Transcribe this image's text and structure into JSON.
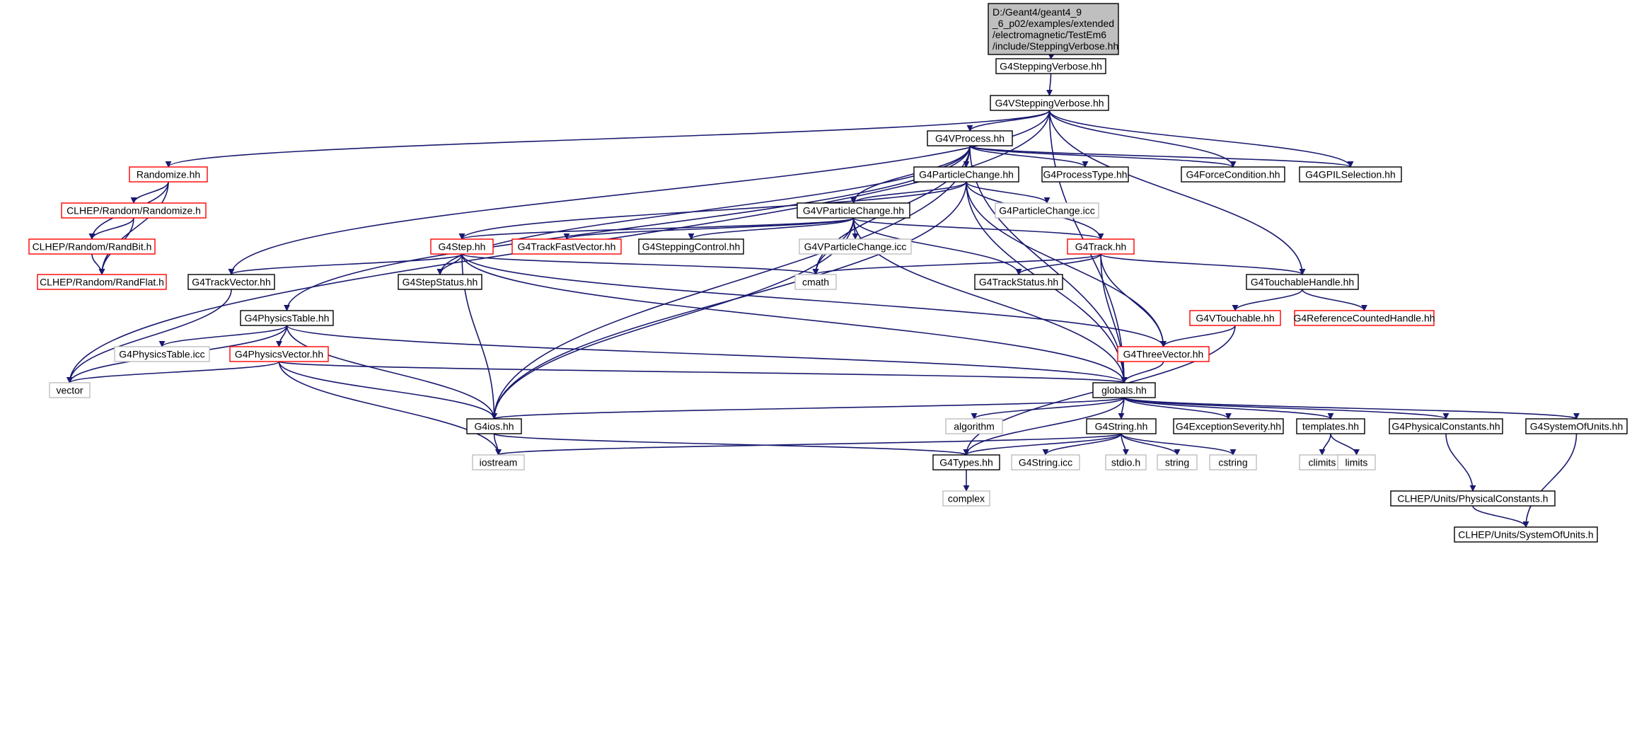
{
  "colors": {
    "edge": "#191970",
    "border_black": "#000000",
    "border_red": "#ff0000",
    "border_gray": "#bfbfbf",
    "root_fill": "#bfbfbf",
    "text": "#000000"
  },
  "diagram": {
    "nodes": [
      {
        "id": "root",
        "lines": [
          "D:/Geant4/geant4_9",
          "_6_p02/examples/extended",
          "/electromagnetic/TestEm6",
          "/include/SteppingVerbose.hh"
        ],
        "style": "root"
      },
      {
        "id": "G4SteppingVerbose",
        "lines": [
          "G4SteppingVerbose.hh"
        ],
        "style": "black"
      },
      {
        "id": "G4VSteppingVerbose",
        "lines": [
          "G4VSteppingVerbose.hh"
        ],
        "style": "black"
      },
      {
        "id": "G4VProcess",
        "lines": [
          "G4VProcess.hh"
        ],
        "style": "black"
      },
      {
        "id": "Randomize",
        "lines": [
          "Randomize.hh"
        ],
        "style": "red"
      },
      {
        "id": "G4ParticleChange",
        "lines": [
          "G4ParticleChange.hh"
        ],
        "style": "black"
      },
      {
        "id": "G4ProcessType",
        "lines": [
          "G4ProcessType.hh"
        ],
        "style": "black"
      },
      {
        "id": "G4ForceCondition",
        "lines": [
          "G4ForceCondition.hh"
        ],
        "style": "black"
      },
      {
        "id": "G4GPILSelection",
        "lines": [
          "G4GPILSelection.hh"
        ],
        "style": "black"
      },
      {
        "id": "CLHEPRandomize",
        "lines": [
          "CLHEP/Random/Randomize.h"
        ],
        "style": "red"
      },
      {
        "id": "G4VParticleChange",
        "lines": [
          "G4VParticleChange.hh"
        ],
        "style": "black"
      },
      {
        "id": "G4ParticleChangeIcc",
        "lines": [
          "G4ParticleChange.icc"
        ],
        "style": "gray"
      },
      {
        "id": "RandBit",
        "lines": [
          "CLHEP/Random/RandBit.h"
        ],
        "style": "red"
      },
      {
        "id": "G4Step",
        "lines": [
          "G4Step.hh"
        ],
        "style": "red"
      },
      {
        "id": "G4TrackFastVector",
        "lines": [
          "G4TrackFastVector.hh"
        ],
        "style": "red"
      },
      {
        "id": "G4SteppingControl",
        "lines": [
          "G4SteppingControl.hh"
        ],
        "style": "black"
      },
      {
        "id": "G4VParticleChangeIcc",
        "lines": [
          "G4VParticleChange.icc"
        ],
        "style": "gray"
      },
      {
        "id": "G4Track",
        "lines": [
          "G4Track.hh"
        ],
        "style": "red"
      },
      {
        "id": "RandFlat",
        "lines": [
          "CLHEP/Random/RandFlat.h"
        ],
        "style": "red"
      },
      {
        "id": "G4TrackVector",
        "lines": [
          "G4TrackVector.hh"
        ],
        "style": "black"
      },
      {
        "id": "G4StepStatus",
        "lines": [
          "G4StepStatus.hh"
        ],
        "style": "black"
      },
      {
        "id": "cmath",
        "lines": [
          "cmath"
        ],
        "style": "gray"
      },
      {
        "id": "G4TrackStatus",
        "lines": [
          "G4TrackStatus.hh"
        ],
        "style": "black"
      },
      {
        "id": "G4TouchableHandle",
        "lines": [
          "G4TouchableHandle.hh"
        ],
        "style": "black"
      },
      {
        "id": "G4PhysicsTable",
        "lines": [
          "G4PhysicsTable.hh"
        ],
        "style": "black"
      },
      {
        "id": "G4VTouchable",
        "lines": [
          "G4VTouchable.hh"
        ],
        "style": "red"
      },
      {
        "id": "G4ReferenceCountedHandle",
        "lines": [
          "G4ReferenceCountedHandle.hh"
        ],
        "style": "red"
      },
      {
        "id": "G4PhysicsTableIcc",
        "lines": [
          "G4PhysicsTable.icc"
        ],
        "style": "gray"
      },
      {
        "id": "G4PhysicsVector",
        "lines": [
          "G4PhysicsVector.hh"
        ],
        "style": "red"
      },
      {
        "id": "G4ThreeVector",
        "lines": [
          "G4ThreeVector.hh"
        ],
        "style": "red"
      },
      {
        "id": "vector",
        "lines": [
          "vector"
        ],
        "style": "gray"
      },
      {
        "id": "globals",
        "lines": [
          "globals.hh"
        ],
        "style": "black"
      },
      {
        "id": "G4ios",
        "lines": [
          "G4ios.hh"
        ],
        "style": "black"
      },
      {
        "id": "algorithm",
        "lines": [
          "algorithm"
        ],
        "style": "gray"
      },
      {
        "id": "G4String",
        "lines": [
          "G4String.hh"
        ],
        "style": "black"
      },
      {
        "id": "G4ExceptionSeverity",
        "lines": [
          "G4ExceptionSeverity.hh"
        ],
        "style": "black"
      },
      {
        "id": "templates",
        "lines": [
          "templates.hh"
        ],
        "style": "black"
      },
      {
        "id": "G4PhysicalConstants",
        "lines": [
          "G4PhysicalConstants.hh"
        ],
        "style": "black"
      },
      {
        "id": "G4SystemOfUnits",
        "lines": [
          "G4SystemOfUnits.hh"
        ],
        "style": "black"
      },
      {
        "id": "iostream",
        "lines": [
          "iostream"
        ],
        "style": "gray"
      },
      {
        "id": "G4Types",
        "lines": [
          "G4Types.hh"
        ],
        "style": "black"
      },
      {
        "id": "G4StringIcc",
        "lines": [
          "G4String.icc"
        ],
        "style": "gray"
      },
      {
        "id": "stdio",
        "lines": [
          "stdio.h"
        ],
        "style": "gray"
      },
      {
        "id": "string",
        "lines": [
          "string"
        ],
        "style": "gray"
      },
      {
        "id": "cstring",
        "lines": [
          "cstring"
        ],
        "style": "gray"
      },
      {
        "id": "climits",
        "lines": [
          "climits"
        ],
        "style": "gray"
      },
      {
        "id": "limits",
        "lines": [
          "limits"
        ],
        "style": "gray"
      },
      {
        "id": "CLHEPPhysicalConstants",
        "lines": [
          "CLHEP/Units/PhysicalConstants.h"
        ],
        "style": "black"
      },
      {
        "id": "complex",
        "lines": [
          "complex"
        ],
        "style": "gray"
      },
      {
        "id": "CLHEPSystemOfUnits",
        "lines": [
          "CLHEP/Units/SystemOfUnits.h"
        ],
        "style": "black"
      }
    ],
    "edges": [
      [
        "root",
        "G4SteppingVerbose"
      ],
      [
        "G4SteppingVerbose",
        "G4VSteppingVerbose"
      ],
      [
        "G4VSteppingVerbose",
        "G4VProcess"
      ],
      [
        "G4VSteppingVerbose",
        "vector"
      ],
      [
        "G4VSteppingVerbose",
        "G4TrackVector"
      ],
      [
        "G4VSteppingVerbose",
        "G4ForceCondition"
      ],
      [
        "G4VSteppingVerbose",
        "G4GPILSelection"
      ],
      [
        "G4VSteppingVerbose",
        "G4TouchableHandle"
      ],
      [
        "G4VSteppingVerbose",
        "globals"
      ],
      [
        "G4VSteppingVerbose",
        "Randomize"
      ],
      [
        "G4VProcess",
        "G4ParticleChange"
      ],
      [
        "G4VProcess",
        "G4ProcessType"
      ],
      [
        "G4VProcess",
        "G4ForceCondition"
      ],
      [
        "G4VProcess",
        "G4GPILSelection"
      ],
      [
        "G4VProcess",
        "G4VParticleChange"
      ],
      [
        "G4VProcess",
        "G4PhysicsTable"
      ],
      [
        "G4VProcess",
        "G4StepStatus"
      ],
      [
        "G4VProcess",
        "G4ios"
      ],
      [
        "G4VProcess",
        "cmath"
      ],
      [
        "G4VProcess",
        "globals"
      ],
      [
        "Randomize",
        "CLHEPRandomize"
      ],
      [
        "Randomize",
        "RandBit"
      ],
      [
        "Randomize",
        "RandFlat"
      ],
      [
        "CLHEPRandomize",
        "RandBit"
      ],
      [
        "CLHEPRandomize",
        "RandFlat"
      ],
      [
        "RandBit",
        "RandFlat"
      ],
      [
        "G4ParticleChange",
        "G4VParticleChange"
      ],
      [
        "G4ParticleChange",
        "G4ParticleChangeIcc"
      ],
      [
        "G4ParticleChange",
        "G4Step"
      ],
      [
        "G4ParticleChange",
        "G4Track"
      ],
      [
        "G4ParticleChange",
        "G4ThreeVector"
      ],
      [
        "G4ParticleChange",
        "G4ios"
      ],
      [
        "G4ParticleChange",
        "globals"
      ],
      [
        "G4VParticleChange",
        "G4Step"
      ],
      [
        "G4VParticleChange",
        "G4TrackFastVector"
      ],
      [
        "G4VParticleChange",
        "G4SteppingControl"
      ],
      [
        "G4VParticleChange",
        "G4VParticleChangeIcc"
      ],
      [
        "G4VParticleChange",
        "G4Track"
      ],
      [
        "G4VParticleChange",
        "cmath"
      ],
      [
        "G4VParticleChange",
        "G4TrackStatus"
      ],
      [
        "G4VParticleChange",
        "G4ios"
      ],
      [
        "G4VParticleChange",
        "globals"
      ],
      [
        "G4Step",
        "G4TrackVector"
      ],
      [
        "G4Step",
        "G4StepStatus"
      ],
      [
        "G4Step",
        "cmath"
      ],
      [
        "G4Step",
        "G4ThreeVector"
      ],
      [
        "G4Step",
        "G4ios"
      ],
      [
        "G4Step",
        "globals"
      ],
      [
        "G4Track",
        "cmath"
      ],
      [
        "G4Track",
        "G4TrackStatus"
      ],
      [
        "G4Track",
        "G4TouchableHandle"
      ],
      [
        "G4Track",
        "G4ThreeVector"
      ],
      [
        "G4Track",
        "globals"
      ],
      [
        "G4TrackVector",
        "vector"
      ],
      [
        "G4TouchableHandle",
        "G4VTouchable"
      ],
      [
        "G4TouchableHandle",
        "G4ReferenceCountedHandle"
      ],
      [
        "G4VTouchable",
        "G4ThreeVector"
      ],
      [
        "G4VTouchable",
        "G4Types"
      ],
      [
        "G4PhysicsTable",
        "vector"
      ],
      [
        "G4PhysicsTable",
        "G4PhysicsTableIcc"
      ],
      [
        "G4PhysicsTable",
        "G4PhysicsVector"
      ],
      [
        "G4PhysicsTable",
        "globals"
      ],
      [
        "G4PhysicsTable",
        "G4ios"
      ],
      [
        "G4PhysicsVector",
        "vector"
      ],
      [
        "G4PhysicsVector",
        "globals"
      ],
      [
        "G4PhysicsVector",
        "G4ios"
      ],
      [
        "G4PhysicsVector",
        "iostream"
      ],
      [
        "G4ThreeVector",
        "globals"
      ],
      [
        "globals",
        "G4ios"
      ],
      [
        "globals",
        "algorithm"
      ],
      [
        "globals",
        "G4String"
      ],
      [
        "globals",
        "G4ExceptionSeverity"
      ],
      [
        "globals",
        "templates"
      ],
      [
        "globals",
        "G4PhysicalConstants"
      ],
      [
        "globals",
        "G4SystemOfUnits"
      ],
      [
        "globals",
        "G4Types"
      ],
      [
        "G4ios",
        "iostream"
      ],
      [
        "G4ios",
        "G4Types"
      ],
      [
        "G4String",
        "G4Types"
      ],
      [
        "G4String",
        "iostream"
      ],
      [
        "G4String",
        "G4StringIcc"
      ],
      [
        "G4String",
        "stdio"
      ],
      [
        "G4String",
        "string"
      ],
      [
        "G4String",
        "cstring"
      ],
      [
        "templates",
        "climits"
      ],
      [
        "templates",
        "limits"
      ],
      [
        "G4PhysicalConstants",
        "CLHEPPhysicalConstants"
      ],
      [
        "G4SystemOfUnits",
        "CLHEPSystemOfUnits"
      ],
      [
        "CLHEPPhysicalConstants",
        "CLHEPSystemOfUnits"
      ],
      [
        "G4Types",
        "complex"
      ]
    ]
  }
}
